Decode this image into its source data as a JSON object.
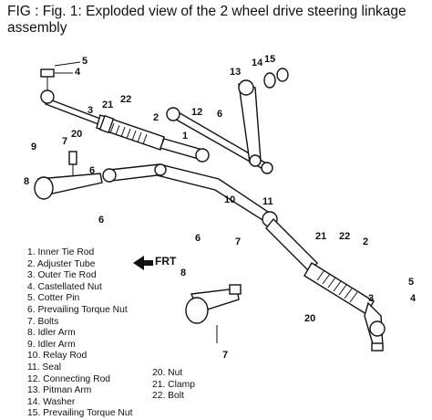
{
  "title": "FIG : Fig. 1: Exploded view of the 2 wheel drive steering linkage assembly",
  "frt_label": "FRT",
  "callouts": [
    "5",
    "4",
    "13",
    "14",
    "15",
    "22",
    "21",
    "3",
    "12",
    "6",
    "1",
    "2",
    "9",
    "7",
    "20",
    "6",
    "8",
    "6",
    "10",
    "11",
    "6",
    "7",
    "21",
    "22",
    "2",
    "3",
    "5",
    "4",
    "8",
    "20",
    "7"
  ],
  "legend_left": [
    "1. Inner Tie Rod",
    "2. Adjuster Tube",
    "3. Outer Tie Rod",
    "4. Castellated Nut",
    "5. Cotter Pin",
    "6. Prevailing Torque Nut",
    "7. Bolts",
    "8. Idler Arm",
    "9. Idler Arm",
    "10. Relay Rod",
    "11. Seal",
    "12. Connecting Rod",
    "13. Pitman Arm",
    "14. Washer",
    "15. Prevailing Torque Nut"
  ],
  "legend_right": [
    "20. Nut",
    "21. Clamp",
    "22. Bolt"
  ]
}
